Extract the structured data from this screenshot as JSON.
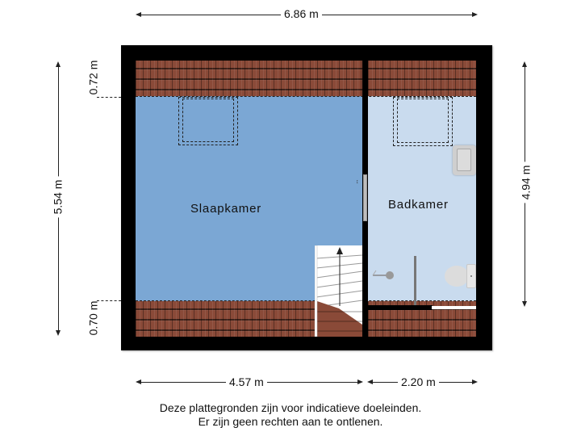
{
  "floorplan": {
    "rooms": [
      {
        "name": "Slaapkamer",
        "color": "#7ba7d4"
      },
      {
        "name": "Badkamer",
        "color": "#c9dbee"
      }
    ],
    "dimensions": {
      "top_total_width": "6.86 m",
      "left_total_height": "5.54 m",
      "left_top_slope": "0.72 m",
      "left_bottom_slope": "0.70 m",
      "right_height": "4.94 m",
      "bottom_left_width": "4.57 m",
      "bottom_right_width": "2.20 m"
    },
    "colors": {
      "wall": "#000000",
      "roof_tiles": "#8a4a38",
      "slaapkamer_floor": "#7ba7d4",
      "badkamer_floor": "#c9dbee",
      "fixtures": "#d8d8d8"
    }
  },
  "disclaimer": {
    "line1": "Deze plattegronden zijn voor indicatieve doeleinden.",
    "line2": "Er zijn geen rechten aan te ontlenen."
  }
}
